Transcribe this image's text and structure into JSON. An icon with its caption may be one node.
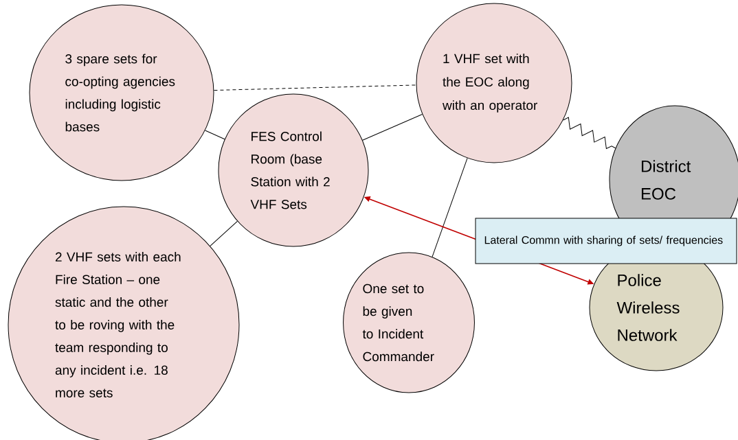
{
  "diagram": {
    "nodes": [
      {
        "text": [
          "3 spare sets for co-opting agencies including logistic bases"
        ]
      },
      {
        "text": [
          "1 VHF set with the EOC along with an operator"
        ]
      },
      {
        "text": [
          "FES Control Room (base Station with 2 VHF Sets"
        ]
      },
      {
        "text": [
          "District EOC"
        ]
      },
      {
        "text": [
          "2 VHF sets with each Fire Station – one static and the other to be roving with the team responding to any incident i.e. 18 more sets"
        ]
      },
      {
        "text": [
          "One set to be given to Incident Commander"
        ]
      },
      {
        "text": [
          "Police Wireless Network"
        ]
      }
    ],
    "edges": [
      {
        "from": 0,
        "to": 2,
        "arrow": "none"
      },
      {
        "from": 0,
        "to": 1,
        "arrow": "none",
        "style": "dashed"
      },
      {
        "from": 2,
        "to": 1,
        "arrow": "none"
      },
      {
        "from": 1,
        "to": 3,
        "arrow": "none"
      },
      {
        "from": 2,
        "to": 4,
        "arrow": "none"
      },
      {
        "from": 1,
        "to": 5,
        "arrow": "none"
      },
      {
        "from": 6,
        "to": 2,
        "arrow": "both",
        "color": "#c00000",
        "label": "Lateral Commn with sharing of sets/ frequencies"
      }
    ]
  }
}
